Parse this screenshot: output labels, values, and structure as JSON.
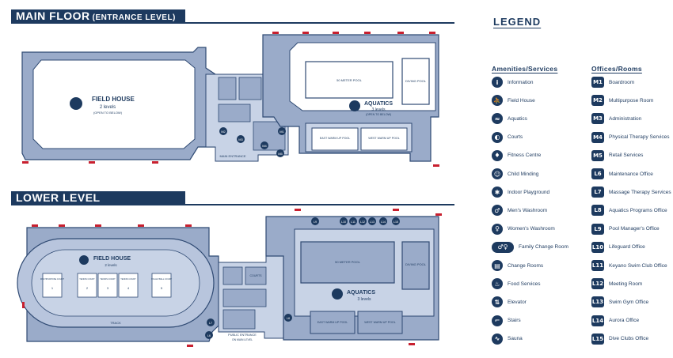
{
  "main_floor": {
    "title": "MAIN FLOOR",
    "subtitle": "(ENTRANCE LEVEL)",
    "field_house": {
      "name": "FIELD HOUSE",
      "levels": "2 levels",
      "note": "(OPEN TO BELOW)"
    },
    "aquatics": {
      "name": "AQUATICS",
      "levels": "3 levels",
      "note": "(OPEN TO BELOW)"
    },
    "pool_50": "50 METER POOL",
    "diving": "DIVING POOL",
    "east_warm_up": "EAST WARM UP POOL",
    "west_warm_up": "WEST WARM UP POOL",
    "main_entrance": "MAIN ENTRANCE",
    "room_markers": [
      "M2",
      "M1",
      "M3",
      "M4",
      "M5"
    ]
  },
  "lower_level": {
    "title": "LOWER LEVEL",
    "field_house": {
      "name": "FIELD HOUSE",
      "levels": "2 levels"
    },
    "aquatics": {
      "name": "AQUATICS",
      "levels": "3 levels"
    },
    "pool_50": "50 METER POOL",
    "diving": "DIVING POOL",
    "east_warm_up": "EAST WARM UP POOL",
    "west_warm_up": "WEST WARM UP POOL",
    "track": "TRACK",
    "courts": [
      "MULTIPURPOSE COURT",
      "TENNIS COURT",
      "TENNIS COURT",
      "TENNIS COURT",
      "VOLLEYBALL COURT"
    ],
    "court_numbers": [
      "1",
      "2",
      "3",
      "4",
      "5"
    ],
    "courts_label": "COURTS",
    "public_entrance": "PUBLIC ENTRANCE",
    "public_entrance_note": "ON MAIN LEVEL",
    "room_markers": [
      "L9",
      "L10",
      "L11",
      "L12",
      "L13",
      "L14",
      "L15",
      "L6",
      "L7",
      "L8"
    ]
  },
  "legend": {
    "title": "LEGEND",
    "amenities_heading": "Amenities/Services",
    "offices_heading": "Offices/Rooms",
    "amenities": [
      {
        "icon": "information-icon",
        "glyph": "i",
        "label": "Information"
      },
      {
        "icon": "field-house-icon",
        "glyph": "⛹",
        "label": "Field House"
      },
      {
        "icon": "aquatics-icon",
        "glyph": "≈",
        "label": "Aquatics"
      },
      {
        "icon": "courts-icon",
        "glyph": "◐",
        "label": "Courts"
      },
      {
        "icon": "fitness-centre-icon",
        "glyph": "♦",
        "label": "Fitness Centre"
      },
      {
        "icon": "child-minding-icon",
        "glyph": "☺",
        "label": "Child Minding"
      },
      {
        "icon": "indoor-playground-icon",
        "glyph": "✱",
        "label": "Indoor Playground"
      },
      {
        "icon": "mens-washroom-icon",
        "glyph": "♂",
        "label": "Men's Washroom"
      },
      {
        "icon": "womens-washroom-icon",
        "glyph": "♀",
        "label": "Women's Washroom"
      },
      {
        "icon": "family-change-room-icon",
        "glyph": "♂♀",
        "label": "Family Change Room"
      },
      {
        "icon": "change-rooms-icon",
        "glyph": "▤",
        "label": "Change Rooms"
      },
      {
        "icon": "food-services-icon",
        "glyph": "♨",
        "label": "Food Services"
      },
      {
        "icon": "elevator-icon",
        "glyph": "⇅",
        "label": "Elevator"
      },
      {
        "icon": "stairs-icon",
        "glyph": "⌐",
        "label": "Stairs"
      },
      {
        "icon": "sauna-icon",
        "glyph": "∿",
        "label": "Sauna"
      }
    ],
    "offices": [
      {
        "code": "M1",
        "label": "Boardroom"
      },
      {
        "code": "M2",
        "label": "Multipurpose Room"
      },
      {
        "code": "M3",
        "label": "Administration"
      },
      {
        "code": "M4",
        "label": "Physical Therapy Services"
      },
      {
        "code": "M5",
        "label": "Retail Services"
      },
      {
        "code": "L6",
        "label": "Maintenance Office"
      },
      {
        "code": "L7",
        "label": "Massage Therapy Services"
      },
      {
        "code": "L8",
        "label": "Aquatics Programs Office"
      },
      {
        "code": "L9",
        "label": "Pool Manager's Office"
      },
      {
        "code": "L10",
        "label": "Lifeguard Office"
      },
      {
        "code": "L11",
        "label": "Keyano Swim Club Office"
      },
      {
        "code": "L12",
        "label": "Meeting Room"
      },
      {
        "code": "L13",
        "label": "Swim Gym Office"
      },
      {
        "code": "L14",
        "label": "Aurora Office"
      },
      {
        "code": "L15",
        "label": "Dive Clubs Office"
      }
    ]
  },
  "colors": {
    "navy": "#1d3a5f",
    "floor": "#9aabc9",
    "room": "#c8d3e6",
    "wall": "#2f4a73",
    "exit": "#c8202f"
  }
}
